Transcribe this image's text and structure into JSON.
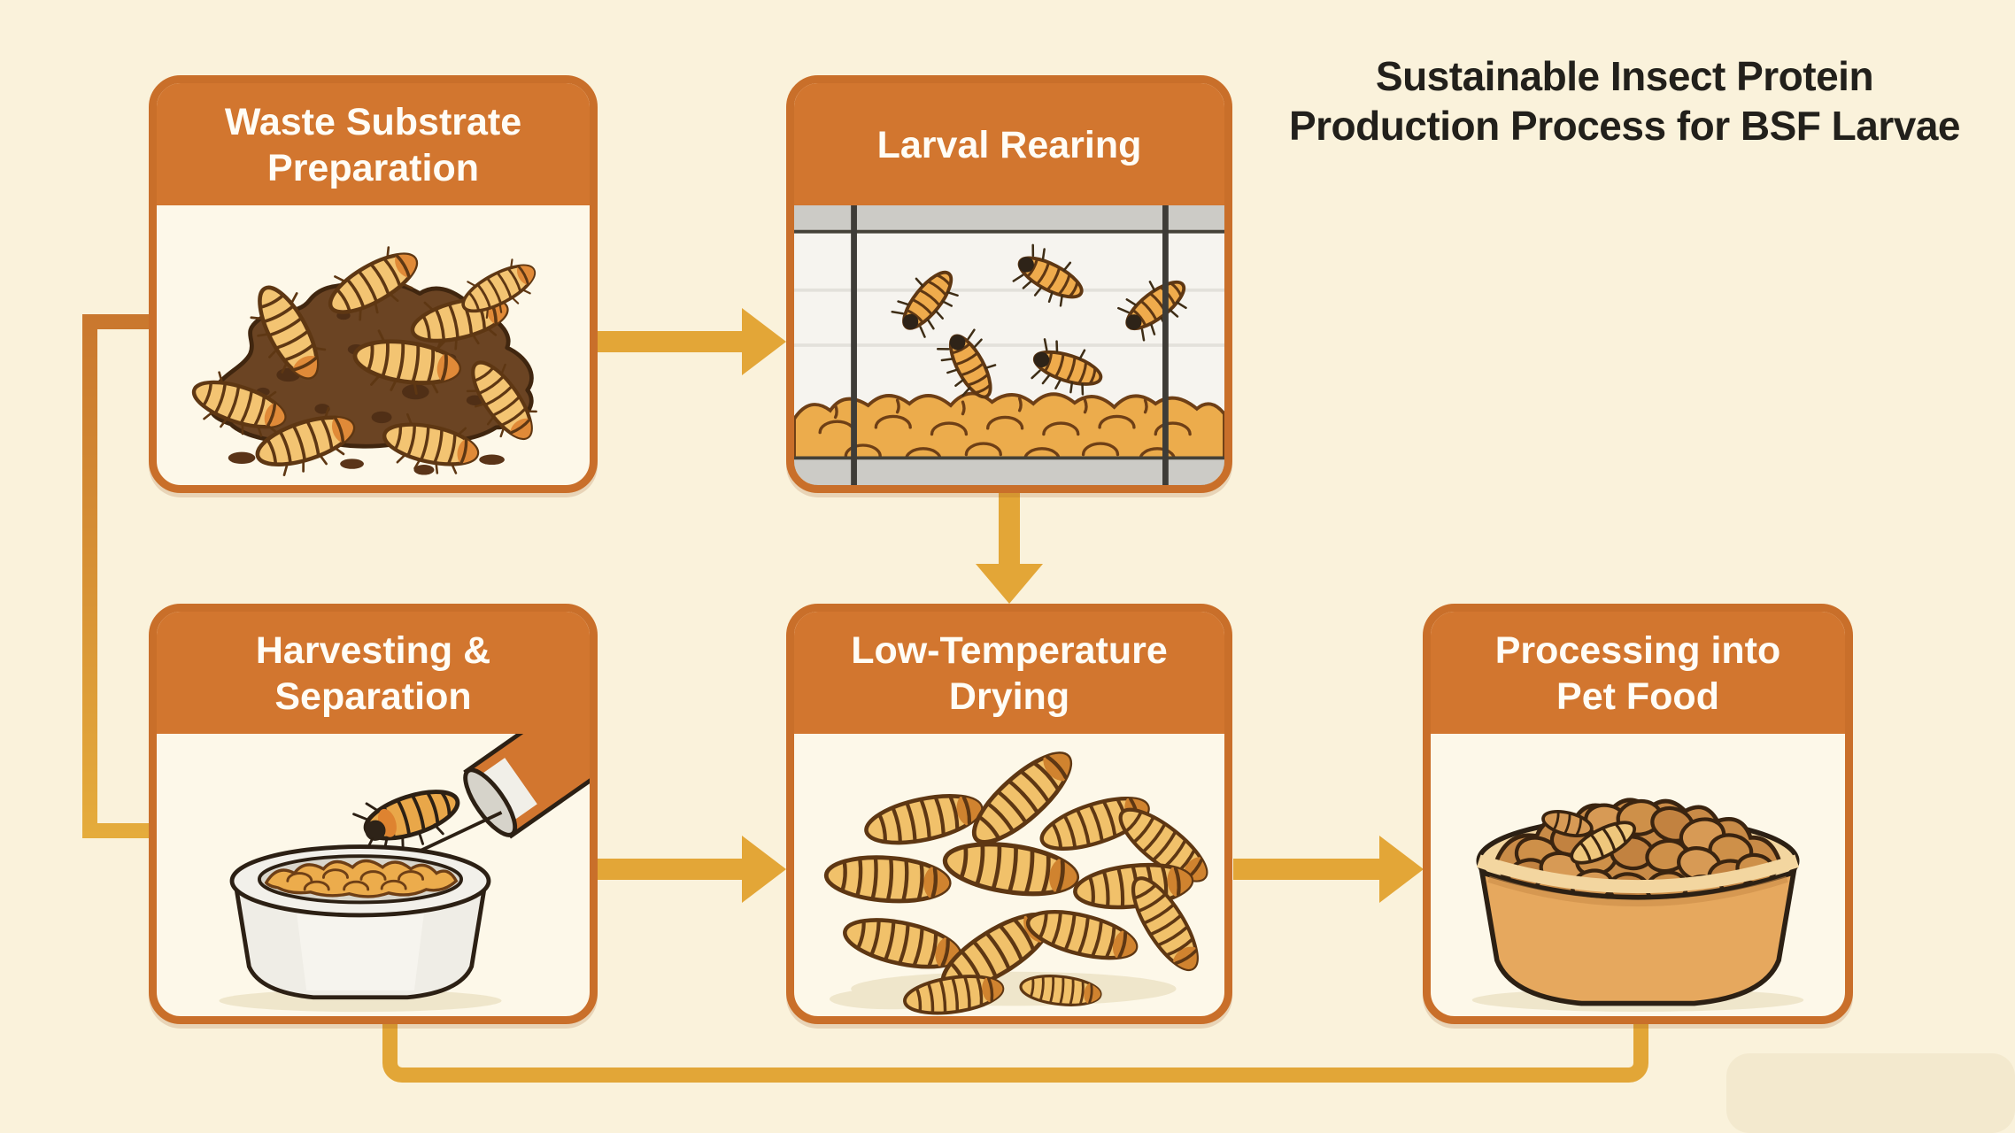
{
  "page": {
    "background_color": "#FAF2DB",
    "title": {
      "line1": "Sustainable Insect Protein",
      "line2": "Production Process for BSF Larvae"
    }
  },
  "colors": {
    "box_header_orange": "#D2762F",
    "box_border_orange": "#C96F2A",
    "box_body_cream": "#FDF8E9",
    "arrow_gold": "#E3A637",
    "connector_gradient_top": "#C9772E",
    "connector_gradient_bottom": "#E5AC3C",
    "title_text": "#22201B",
    "header_text": "#FFFDF6",
    "larva_gold": "#F3C472",
    "compost_brown": "#6B4423"
  },
  "steps": [
    {
      "id": "waste-substrate-preparation",
      "label": "Waste Substrate Preparation",
      "label_lines": [
        "Waste Substrate",
        "Preparation"
      ],
      "illustration": "larvae-on-compost-pile"
    },
    {
      "id": "larval-rearing",
      "label": "Larval Rearing",
      "label_lines": [
        "Larval Rearing"
      ],
      "illustration": "larvae-in-rearing-container"
    },
    {
      "id": "harvesting-separation",
      "label": "Harvesting & Separation",
      "label_lines": [
        "Harvesting &",
        "Separation"
      ],
      "illustration": "larva-pouring-from-chute-into-bowl"
    },
    {
      "id": "low-temperature-drying",
      "label": "Low-Temperature Drying",
      "label_lines": [
        "Low-Temperature",
        "Drying"
      ],
      "illustration": "pile-of-dried-larvae"
    },
    {
      "id": "processing-into-pet-food",
      "label": "Processing into Pet Food",
      "label_lines": [
        "Processing into",
        "Pet Food"
      ],
      "illustration": "bowl-of-pet-food-kibble"
    }
  ],
  "connections": [
    {
      "from": "waste-substrate-preparation",
      "to": "larval-rearing",
      "style": "arrow-right"
    },
    {
      "from": "larval-rearing",
      "to": "low-temperature-drying",
      "style": "arrow-down"
    },
    {
      "from": "waste-substrate-preparation",
      "to": "harvesting-separation",
      "style": "elbow-line-left"
    },
    {
      "from": "harvesting-separation",
      "to": "low-temperature-drying",
      "style": "arrow-right"
    },
    {
      "from": "low-temperature-drying",
      "to": "processing-into-pet-food",
      "style": "arrow-right"
    },
    {
      "from": "harvesting-separation",
      "to": "processing-into-pet-food",
      "style": "elbow-line-bottom"
    }
  ]
}
